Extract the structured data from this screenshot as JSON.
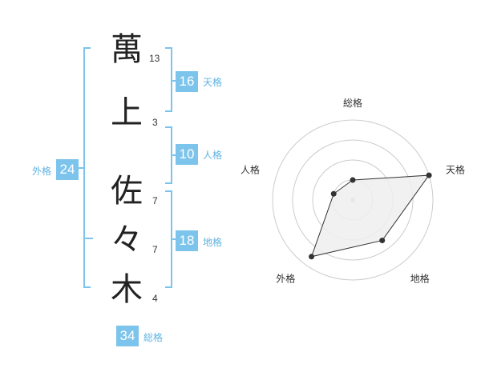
{
  "name": {
    "chars": [
      {
        "char": "萬",
        "strokes": "13"
      },
      {
        "char": "上",
        "strokes": "3"
      },
      {
        "char": "佐",
        "strokes": "7"
      },
      {
        "char": "々",
        "strokes": "7"
      },
      {
        "char": "木",
        "strokes": "4"
      }
    ]
  },
  "kaku": {
    "tenkaku": {
      "value": "16",
      "label": "天格"
    },
    "jinkaku": {
      "value": "10",
      "label": "人格"
    },
    "chikaku": {
      "value": "18",
      "label": "地格"
    },
    "gaikaku": {
      "value": "24",
      "label": "外格"
    },
    "soukaku": {
      "value": "34",
      "label": "総格"
    }
  },
  "chart_data": {
    "type": "radar",
    "axes": [
      "総格",
      "天格",
      "地格",
      "外格",
      "人格"
    ],
    "levels": 4,
    "max": 4,
    "values": [
      1,
      4,
      2.5,
      3.5,
      1
    ],
    "colors": {
      "fill": "#eeeeee",
      "stroke": "#333333",
      "grid": "#cccccc",
      "center": "#bbbbbb"
    }
  }
}
